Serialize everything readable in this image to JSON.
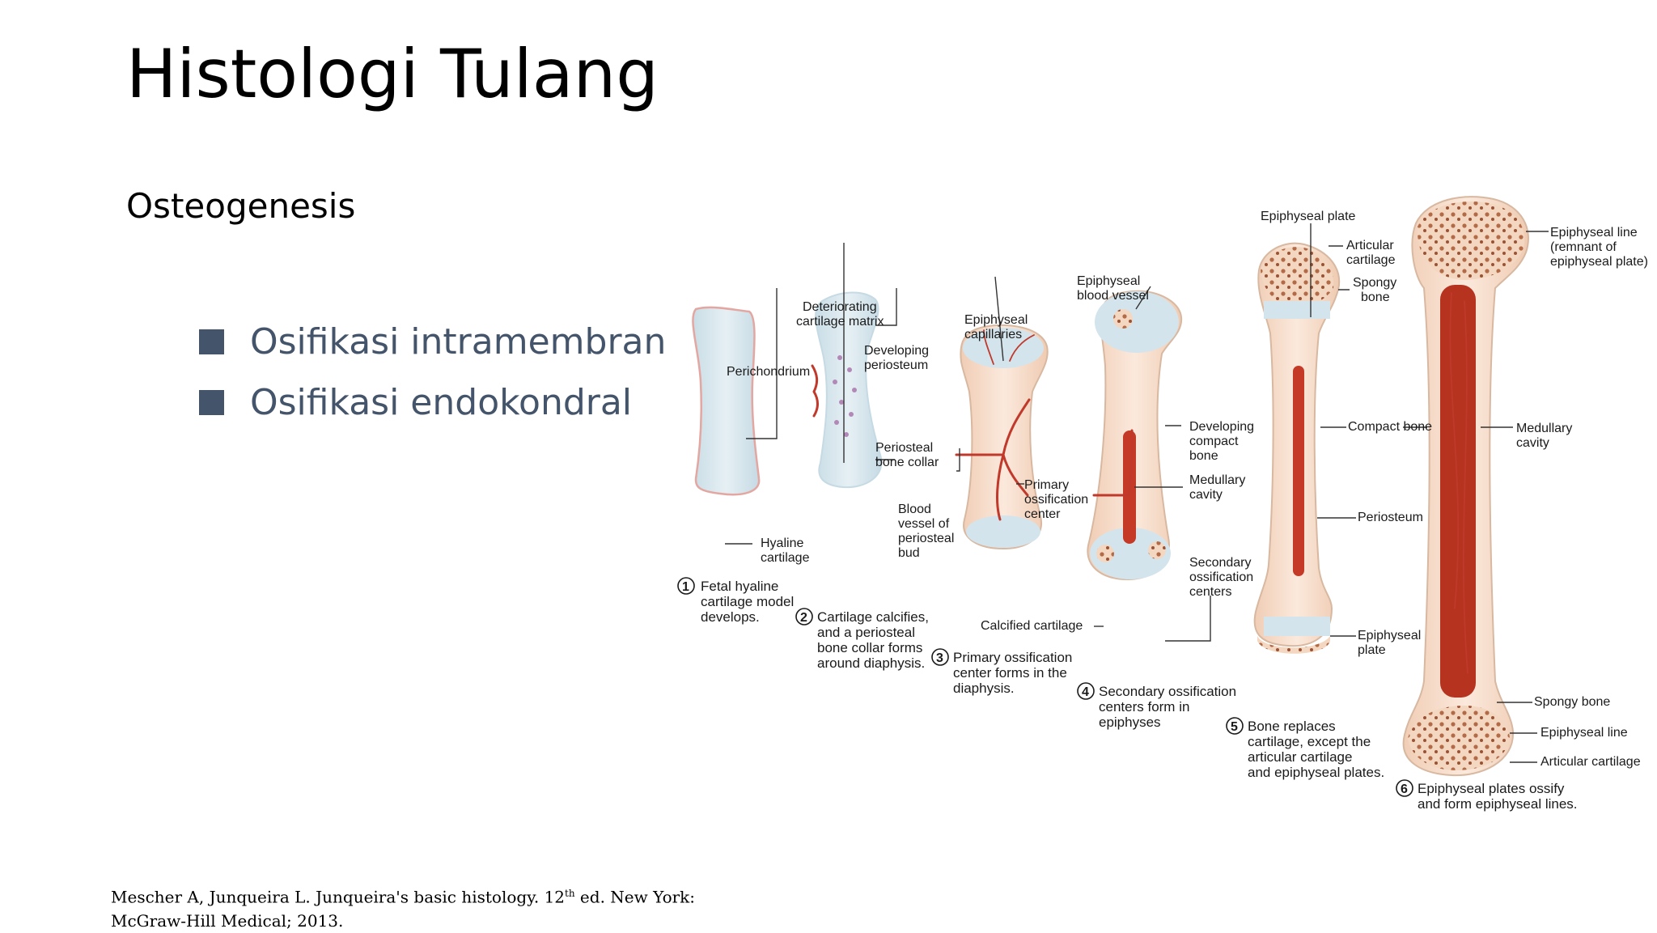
{
  "slide": {
    "title": "Histologi Tulang",
    "subtitle": "Osteogenesis",
    "bullets": [
      "Osifikasi intramembran",
      "Osifikasi endokondral"
    ],
    "citation_main": "Mescher A, Junqueira L. Junqueira's basic histology. 12",
    "citation_sup": "th",
    "citation_tail": " ed. New York: McGraw-Hill Medical; 2013."
  },
  "figure": {
    "labels": {
      "perichondrium": "Perichondrium",
      "hyaline_cartilage": [
        "Hyaline",
        "cartilage"
      ],
      "deteriorating_matrix": [
        "Deteriorating",
        "cartilage matrix"
      ],
      "developing_periosteum": [
        "Developing",
        "periosteum"
      ],
      "periosteal_bone_collar": [
        "Periosteal",
        "bone collar"
      ],
      "epiphyseal_capillaries": [
        "Epiphyseal",
        "capillaries"
      ],
      "blood_vessel_bud": [
        "Blood",
        "vessel of",
        "periosteal",
        "bud"
      ],
      "primary_ossification_center": [
        "Primary",
        "ossification",
        "center"
      ],
      "calcified_cartilage": "Calcified cartilage",
      "epiphyseal_blood_vessel": [
        "Epiphyseal",
        "blood vessel"
      ],
      "developing_compact_bone": [
        "Developing",
        "compact",
        "bone"
      ],
      "medullary_cavity_4": [
        "Medullary",
        "cavity"
      ],
      "secondary_ossification_centers": [
        "Secondary",
        "ossification",
        "centers"
      ],
      "epiphyseal_plate_top": "Epiphyseal plate",
      "articular_cartilage_5": [
        "Articular",
        "cartilage"
      ],
      "spongy_bone_5": [
        "Spongy",
        "bone"
      ],
      "compact_bone": "Compact bone",
      "periosteum": "Periosteum",
      "epiphyseal_plate_5": [
        "Epiphyseal",
        "plate"
      ],
      "epiphyseal_line_top": [
        "Epiphyseal line",
        "(remnant of",
        "epiphyseal plate)"
      ],
      "medullary_cavity_6": [
        "Medullary",
        "cavity"
      ],
      "spongy_bone_6": "Spongy bone",
      "epiphyseal_line_6": "Epiphyseal line",
      "articular_cartilage_6": "Articular cartilage"
    },
    "steps": [
      {
        "num": "1",
        "text": [
          "Fetal hyaline",
          "cartilage model",
          "develops."
        ]
      },
      {
        "num": "2",
        "text": [
          "Cartilage calcifies,",
          "and a periosteal",
          "bone collar forms",
          "around diaphysis."
        ]
      },
      {
        "num": "3",
        "text": [
          "Primary ossification",
          "center forms in the",
          "diaphysis."
        ]
      },
      {
        "num": "4",
        "text": [
          "Secondary ossification",
          "centers form in",
          "epiphyses"
        ]
      },
      {
        "num": "5",
        "text": [
          "Bone replaces",
          "cartilage, except the",
          "articular cartilage",
          "and epiphyseal plates."
        ]
      },
      {
        "num": "6",
        "text": [
          "Epiphyseal plates ossify",
          "and form epiphyseal lines."
        ]
      }
    ]
  }
}
